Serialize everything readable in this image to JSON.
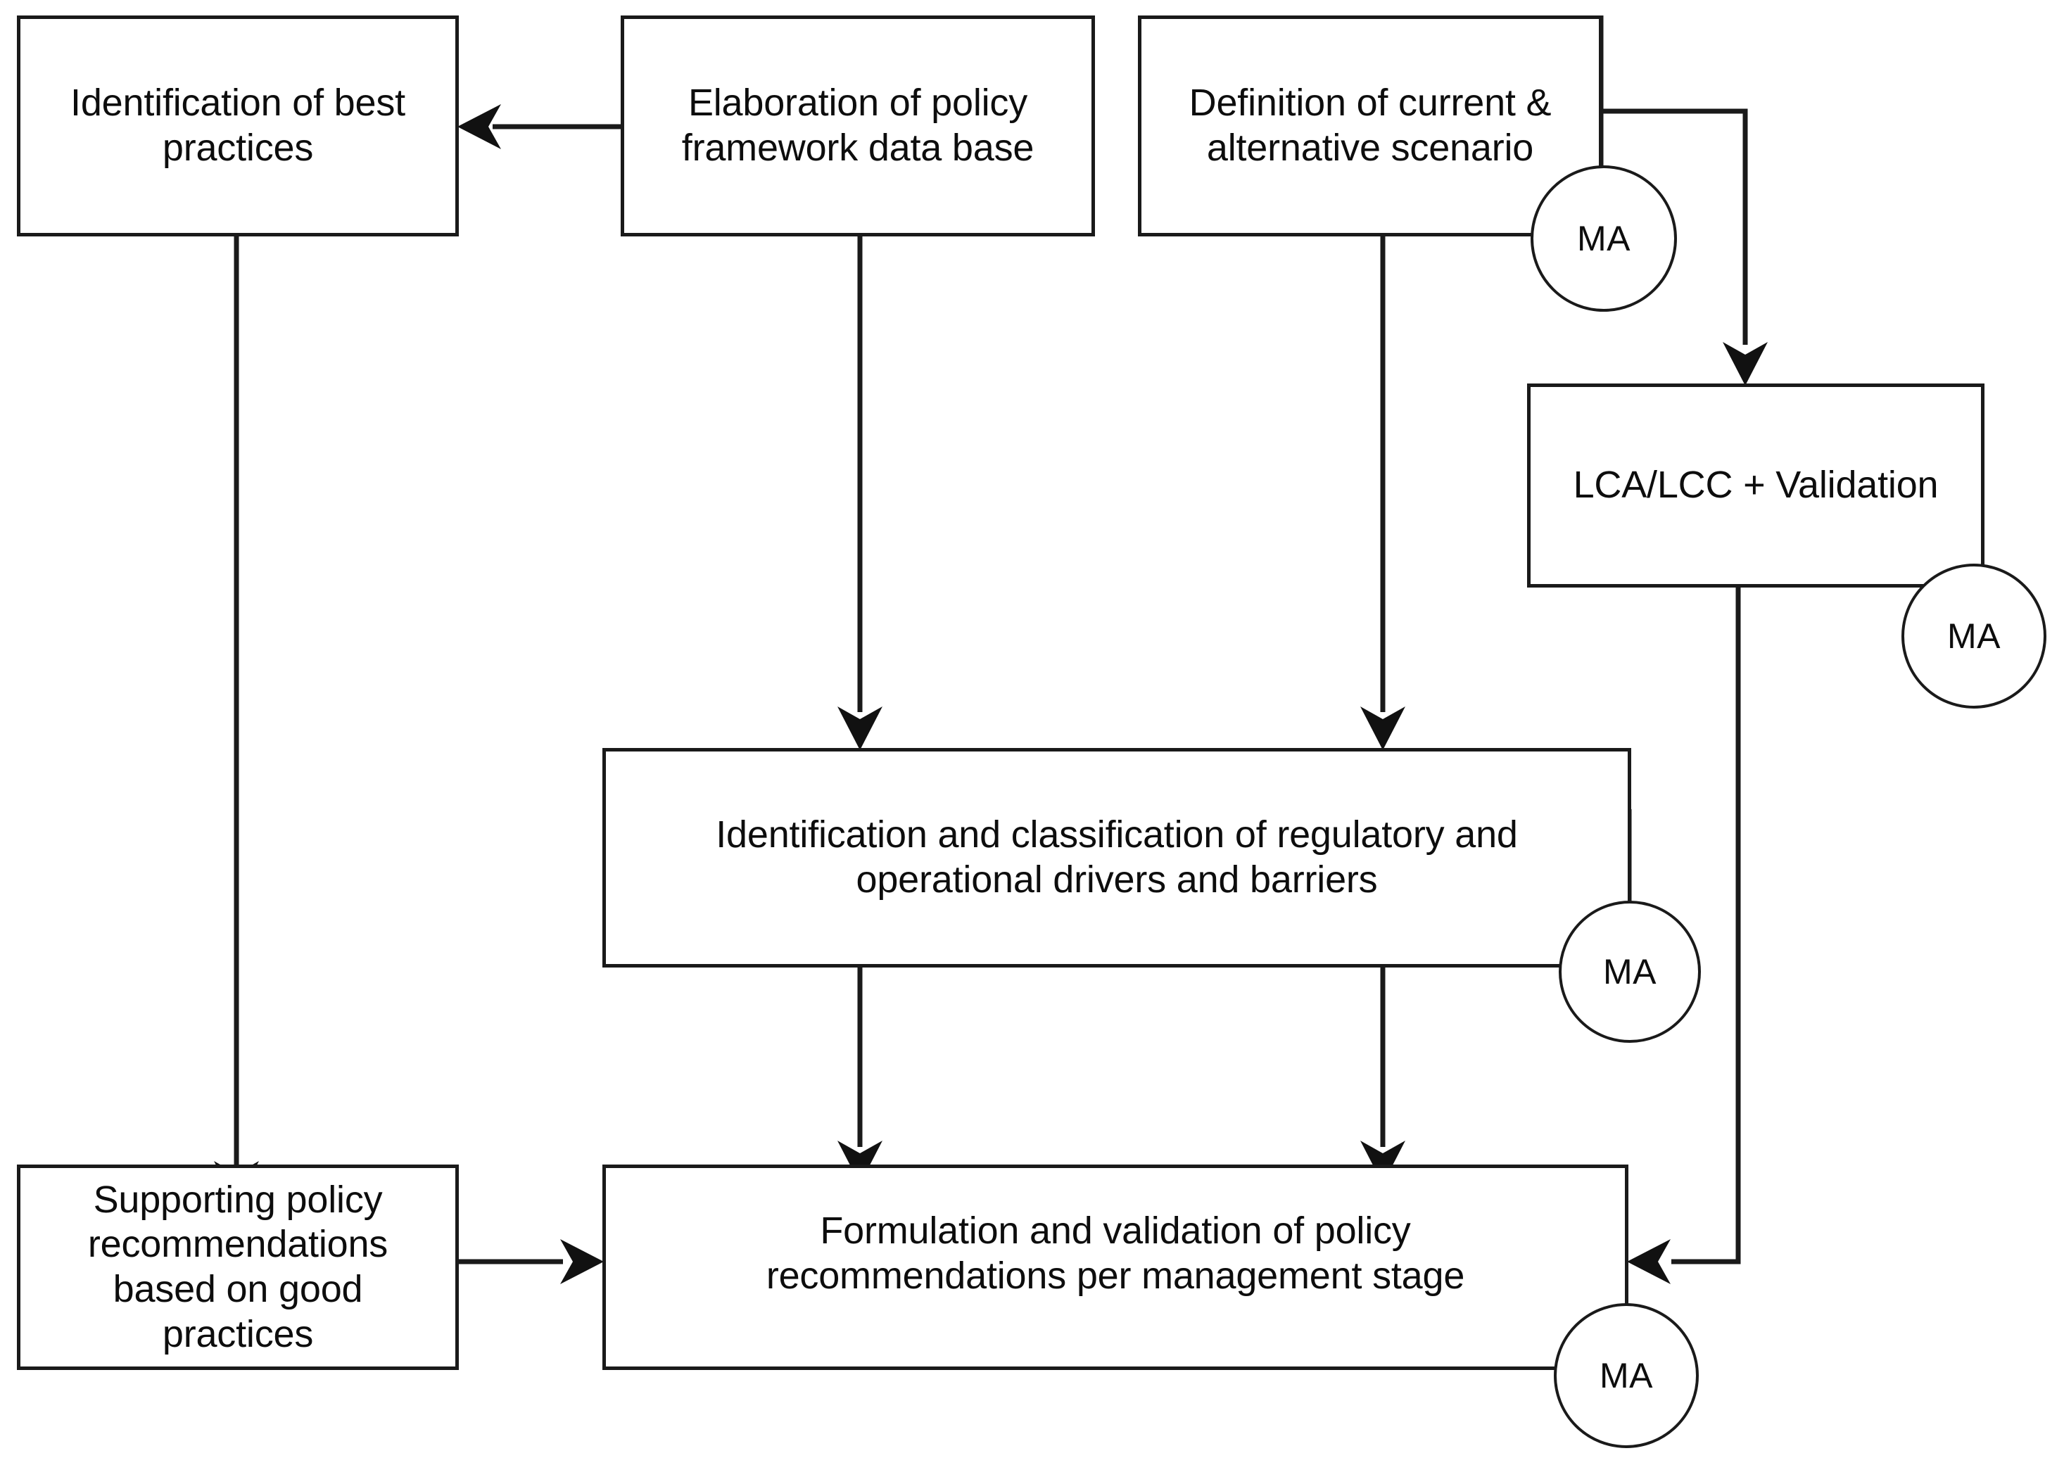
{
  "diagram": {
    "title": "Policy framework development flowchart",
    "line_color": "#1a1a1a",
    "text_color": "#0d0d0d",
    "background": "#ffffff",
    "nodes": [
      {
        "id": "identification-best-practices",
        "label": "Identification of best\npractices"
      },
      {
        "id": "elaboration-policy-framework",
        "label": "Elaboration of policy\nframework data base"
      },
      {
        "id": "definition-scenarios",
        "label": "Definition of current &\nalternative scenario"
      },
      {
        "id": "lca-lcc-validation",
        "label": "LCA/LCC + Validation"
      },
      {
        "id": "identification-classification-drivers",
        "label": "Identification and classification of regulatory and\noperational drivers and barriers"
      },
      {
        "id": "supporting-policy-recommendations",
        "label": "Supporting policy\nrecommendations\nbased on good\npractices"
      },
      {
        "id": "formulation-validation-policy",
        "label": "Formulation and validation of policy\nrecommendations per management stage"
      }
    ],
    "markers": [
      {
        "id": "ma-scenario",
        "label": "MA"
      },
      {
        "id": "ma-lca-lcc",
        "label": "MA"
      },
      {
        "id": "ma-drivers",
        "label": "MA"
      },
      {
        "id": "ma-formulation",
        "label": "MA"
      }
    ],
    "edges": [
      {
        "id": "edge-elaboration-to-best-practices",
        "from": "elaboration-policy-framework",
        "to": "identification-best-practices",
        "arrow": "left"
      },
      {
        "id": "edge-best-practices-to-supporting",
        "from": "identification-best-practices",
        "to": "supporting-policy-recommendations",
        "arrow": "down"
      },
      {
        "id": "edge-elaboration-to-drivers",
        "from": "elaboration-policy-framework",
        "to": "identification-classification-drivers",
        "arrow": "down"
      },
      {
        "id": "edge-definition-to-drivers",
        "from": "definition-scenarios",
        "to": "identification-classification-drivers",
        "arrow": "down"
      },
      {
        "id": "edge-definition-to-lca",
        "from": "definition-scenarios",
        "to": "lca-lcc-validation",
        "arrow": "down"
      },
      {
        "id": "edge-lca-to-formulation",
        "from": "lca-lcc-validation",
        "to": "formulation-validation-policy",
        "arrow": "left"
      },
      {
        "id": "edge-drivers-to-formulation-left",
        "from": "identification-classification-drivers",
        "to": "formulation-validation-policy",
        "arrow": "down"
      },
      {
        "id": "edge-drivers-to-formulation-right",
        "from": "identification-classification-drivers",
        "to": "formulation-validation-policy",
        "arrow": "down"
      },
      {
        "id": "edge-supporting-to-formulation",
        "from": "supporting-policy-recommendations",
        "to": "formulation-validation-policy",
        "arrow": "right"
      }
    ]
  }
}
